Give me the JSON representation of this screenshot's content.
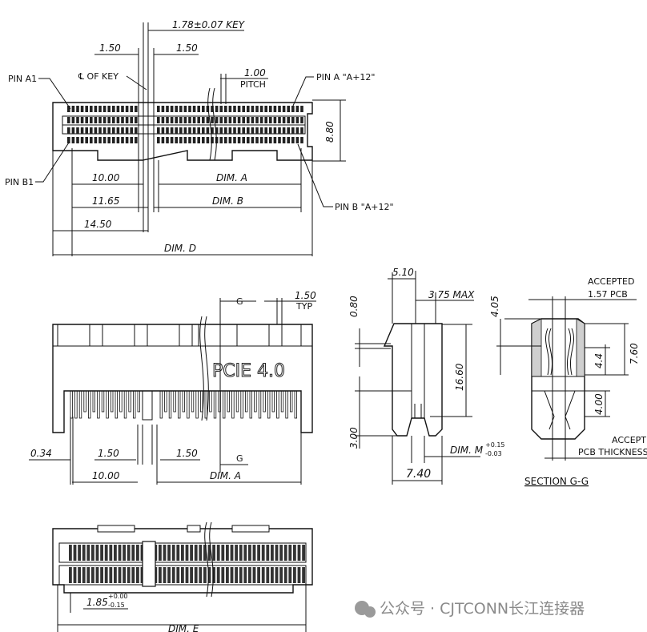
{
  "top_view": {
    "key_dim": "1.78±0.07 KEY",
    "left_150": "1.50",
    "right_150": "1.50",
    "pitch_value": "1.00",
    "pitch_label": "PITCH",
    "cl_key": "℄ OF KEY",
    "pin_a1": "PIN A1",
    "pin_a12": "PIN A \"A+12\"",
    "pin_b1": "PIN B1",
    "pin_b12": "PIN B \"A+12\"",
    "height": "8.80",
    "d1000": "10.00",
    "dim_a": "DIM. A",
    "d1165": "11.65",
    "dim_b": "DIM. B",
    "d1450": "14.50",
    "dim_d": "DIM. D"
  },
  "front_view": {
    "g_top": "G",
    "typ_150": "1.50",
    "typ": "TYP",
    "marking": "PCIE 4.0",
    "d034": "0.34",
    "left_150": "1.50",
    "right_150": "1.50",
    "g_bottom": "G",
    "d1000": "10.00",
    "dim_a": "DIM. A"
  },
  "side_view": {
    "d510": "5.10",
    "d375": "3.75 MAX",
    "d080": "0.80",
    "d1660": "16.60",
    "d300": "3.00",
    "dim_m": "DIM. M",
    "dim_m_tol_plus": "+0.15",
    "dim_m_tol_minus": "-0.03",
    "d740": "7.40"
  },
  "section_view": {
    "accepted": "ACCEPTED",
    "pcb": "1.57 PCB",
    "d405": "4.05",
    "d44": "4.4",
    "d760": "7.60",
    "d400": "4.00",
    "accepted_thickness_1": "ACCEPTED",
    "accepted_thickness_2": "PCB THICKNESS",
    "title": "SECTION G-G"
  },
  "bottom_view": {
    "d185": "1.85",
    "d185_tol_plus": "+0.00",
    "d185_tol_minus": "-0.15",
    "dim_e": "DIM. E"
  },
  "watermark": "公众号 · CJTCONN长江连接器"
}
